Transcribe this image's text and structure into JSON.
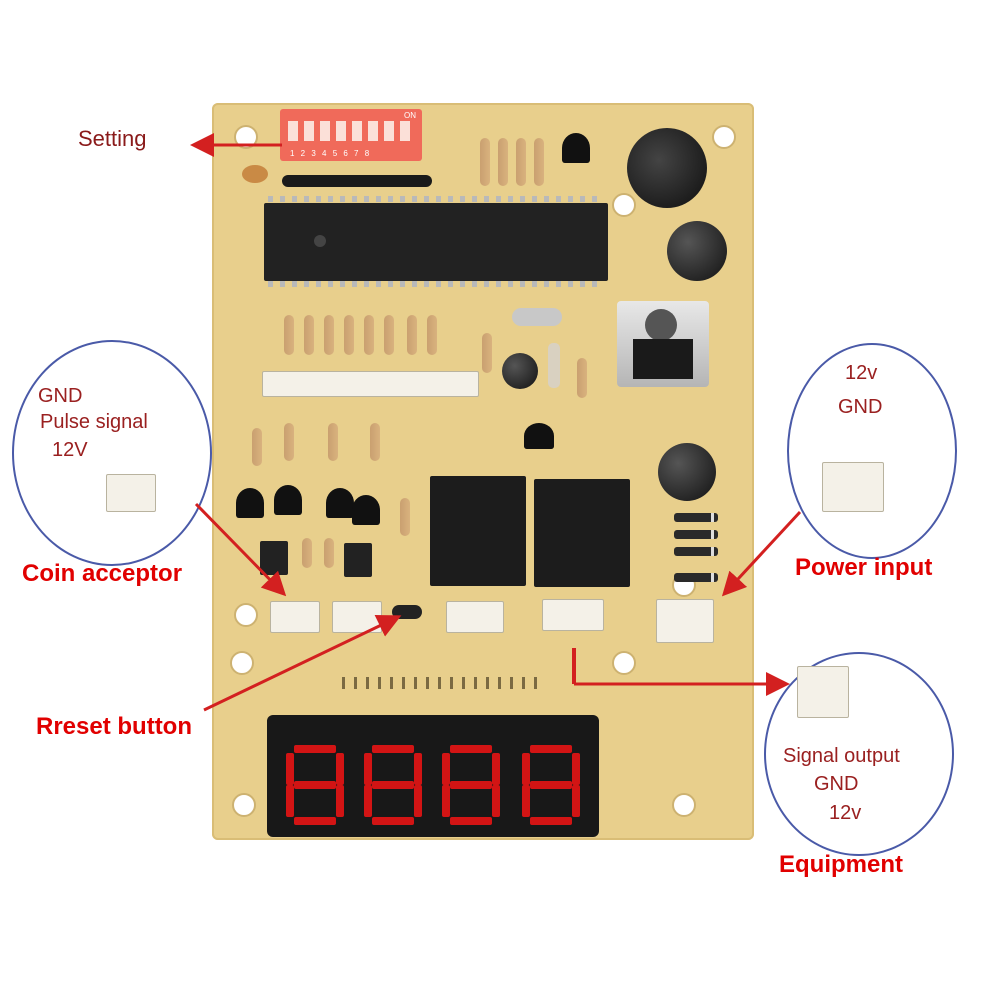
{
  "labels": {
    "setting": "Setting",
    "coin_acceptor": "Coin acceptor",
    "reset_button": "Rreset button",
    "power_input": "Power input",
    "equipment": "Equipment"
  },
  "coin_acceptor_pins": [
    "GND",
    "Pulse signal",
    "12V"
  ],
  "power_input_pins": [
    "12v",
    "GND"
  ],
  "equipment_pins": [
    "Signal output",
    "GND",
    "12v"
  ],
  "dip_switch_numbers": "1 2 3 4 5 6 7 8",
  "dip_on_label": "ON",
  "colors": {
    "pcb": "#e8cf8c",
    "label_red": "#e10000",
    "arrow_red": "#d32020",
    "ellipse_blue": "#4a5aa8",
    "display_red": "#d21414"
  },
  "icons": [
    "dip-switch-icon",
    "microcontroller-chip-icon",
    "buzzer-icon",
    "relay-icon",
    "seven-segment-display-icon",
    "voltage-regulator-icon"
  ]
}
